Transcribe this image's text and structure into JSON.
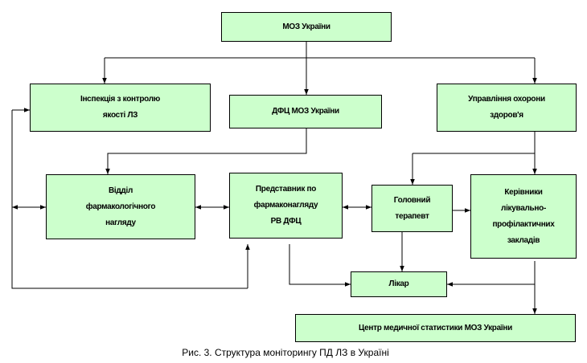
{
  "diagram": {
    "nodes": {
      "moz": {
        "label": "МОЗ України"
      },
      "inspection": {
        "label": "Інспекція з контролю\nякості ЛЗ"
      },
      "dfc": {
        "label": "ДФЦ МОЗ України"
      },
      "health_dept": {
        "label": "Управління охорони\nздоров'я"
      },
      "pharm_dept": {
        "label": "Відділ\nфармакологічного\nнагляду"
      },
      "representative": {
        "label": "Представник по\nфармаконагляду\nРВ ДФЦ"
      },
      "chief_therapist": {
        "label": "Головний\nтерапевт"
      },
      "heads": {
        "label": "Керівники\nлікувально-\nпрофілактичних\nзакладів"
      },
      "doctor": {
        "label": "Лікар"
      },
      "stat_center": {
        "label": "Центр медичної статистики МОЗ України"
      }
    },
    "edges": [
      {
        "from": "moz",
        "to": "inspection",
        "type": "arrow"
      },
      {
        "from": "moz",
        "to": "dfc",
        "type": "arrow"
      },
      {
        "from": "moz",
        "to": "health_dept",
        "type": "arrow"
      },
      {
        "from": "dfc",
        "to": "pharm_dept",
        "type": "arrow"
      },
      {
        "from": "health_dept",
        "to": "chief_therapist",
        "type": "arrow"
      },
      {
        "from": "health_dept",
        "to": "heads",
        "type": "arrow"
      },
      {
        "from": "pharm_dept",
        "to": "representative",
        "type": "bidirectional"
      },
      {
        "from": "representative",
        "to": "chief_therapist",
        "type": "bidirectional"
      },
      {
        "from": "chief_therapist",
        "to": "heads",
        "type": "arrow"
      },
      {
        "from": "chief_therapist",
        "to": "doctor",
        "type": "arrow"
      },
      {
        "from": "representative",
        "to": "doctor",
        "type": "arrow"
      },
      {
        "from": "heads",
        "to": "doctor",
        "type": "arrow"
      },
      {
        "from": "heads",
        "to": "stat_center",
        "type": "arrow"
      },
      {
        "from": "pharm_dept",
        "to": "inspection",
        "type": "bidirectional-left-bus"
      },
      {
        "from": "left-bus",
        "to": "representative",
        "type": "arrow"
      }
    ],
    "caption": "Рис. 3. Структура моніторингу ПД ЛЗ в Україні"
  }
}
